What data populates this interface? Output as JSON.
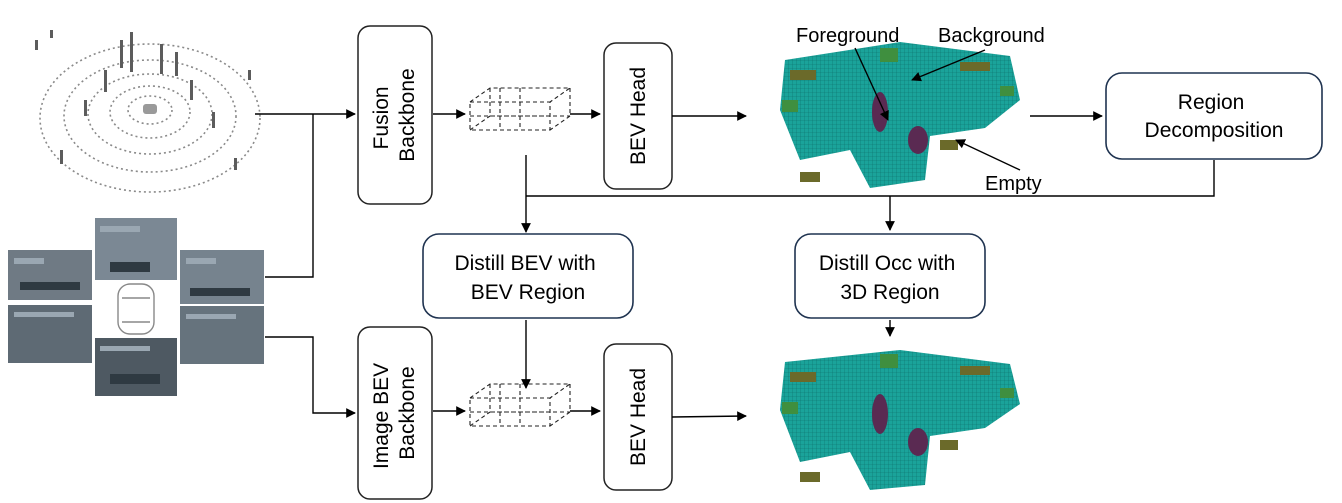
{
  "blocks": {
    "fusion_backbone": {
      "lines": [
        "Fusion",
        "Backbone"
      ]
    },
    "image_bev_backbone": {
      "lines": [
        "Image BEV",
        "Backbone"
      ]
    },
    "bev_head_top": {
      "label": "BEV Head"
    },
    "bev_head_bottom": {
      "label": "BEV Head"
    },
    "region_decomposition": {
      "lines": [
        "Region",
        "Decomposition"
      ]
    },
    "distill_bev": {
      "lines": [
        "Distill BEV with",
        "BEV Region"
      ]
    },
    "distill_occ": {
      "lines": [
        "Distill Occ with",
        "3D Region"
      ]
    }
  },
  "annotations": {
    "foreground": "Foreground",
    "background": "Background",
    "empty": "Empty"
  },
  "colors": {
    "block_stroke": "#222222",
    "accent_stroke": "#1f3350",
    "arrow": "#000000",
    "occ_teal": "#1aa39a",
    "occ_olive": "#6b6a2a",
    "occ_purple": "#5a2a52",
    "occ_green": "#3f8f3f"
  },
  "icons": [
    "lidar-point-cloud-icon",
    "surround-camera-icon",
    "car-top-view-icon",
    "feature-cube-icon",
    "occupancy-grid-icon"
  ]
}
